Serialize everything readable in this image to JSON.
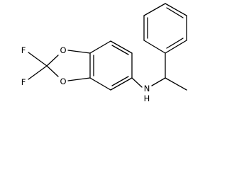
{
  "molecule": {
    "atom_labels": {
      "fluorine_top": "F",
      "fluorine_bottom": "F",
      "oxygen_top": "O",
      "oxygen_bottom": "O",
      "amine": "N",
      "amine_hydrogen": "H"
    }
  }
}
